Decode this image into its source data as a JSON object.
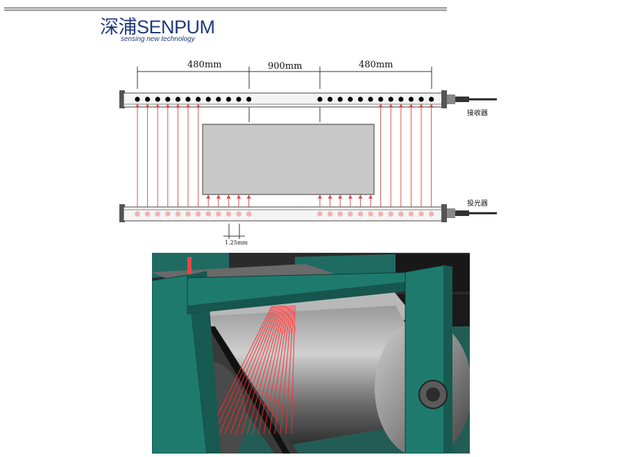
{
  "brand": {
    "name": "深浦SENPUM",
    "tagline": "sensing new technology"
  },
  "diagram": {
    "dim_left": "480mm",
    "dim_center": "900mm",
    "dim_right": "480mm",
    "receiver_label": "接收器",
    "emitter_label": "投光器",
    "beam_pitch": "1.25mm"
  },
  "colors": {
    "beam": "#d9534f",
    "emitter_dot": "#f2b3ad",
    "frame": "#1f7a6e",
    "brand": "#1f3a7a"
  }
}
